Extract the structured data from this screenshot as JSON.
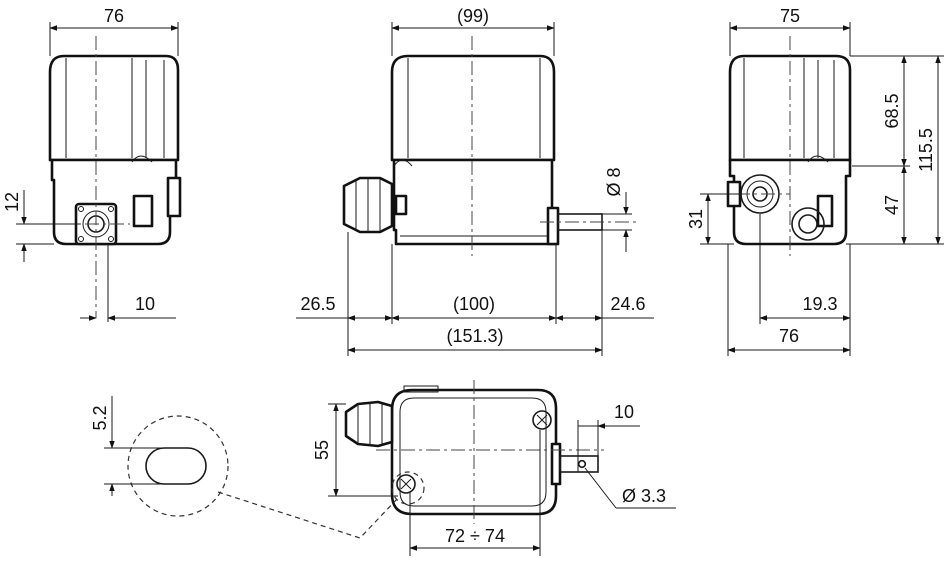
{
  "drawing": {
    "front_view": {
      "width": "76",
      "offset_v": "12",
      "offset_h": "10"
    },
    "side_view": {
      "width_top": "(99)",
      "shaft_dia": "Ø 8",
      "left_ext": "26.5",
      "body_len": "(100)",
      "right_ext": "24.6",
      "total_len": "(151.3)"
    },
    "right_view": {
      "width_top": "75",
      "height_upper": "68.5",
      "height_total": "115.5",
      "height_lower": "47",
      "gland_height": "31",
      "offset_19": "19.3",
      "width_bottom": "76"
    },
    "top_view": {
      "depth": "55",
      "shaft_len": "10",
      "hole_dia": "Ø 3.3",
      "mount_range": "72 ÷ 74"
    },
    "detail": {
      "slot_width": "5.2"
    }
  }
}
